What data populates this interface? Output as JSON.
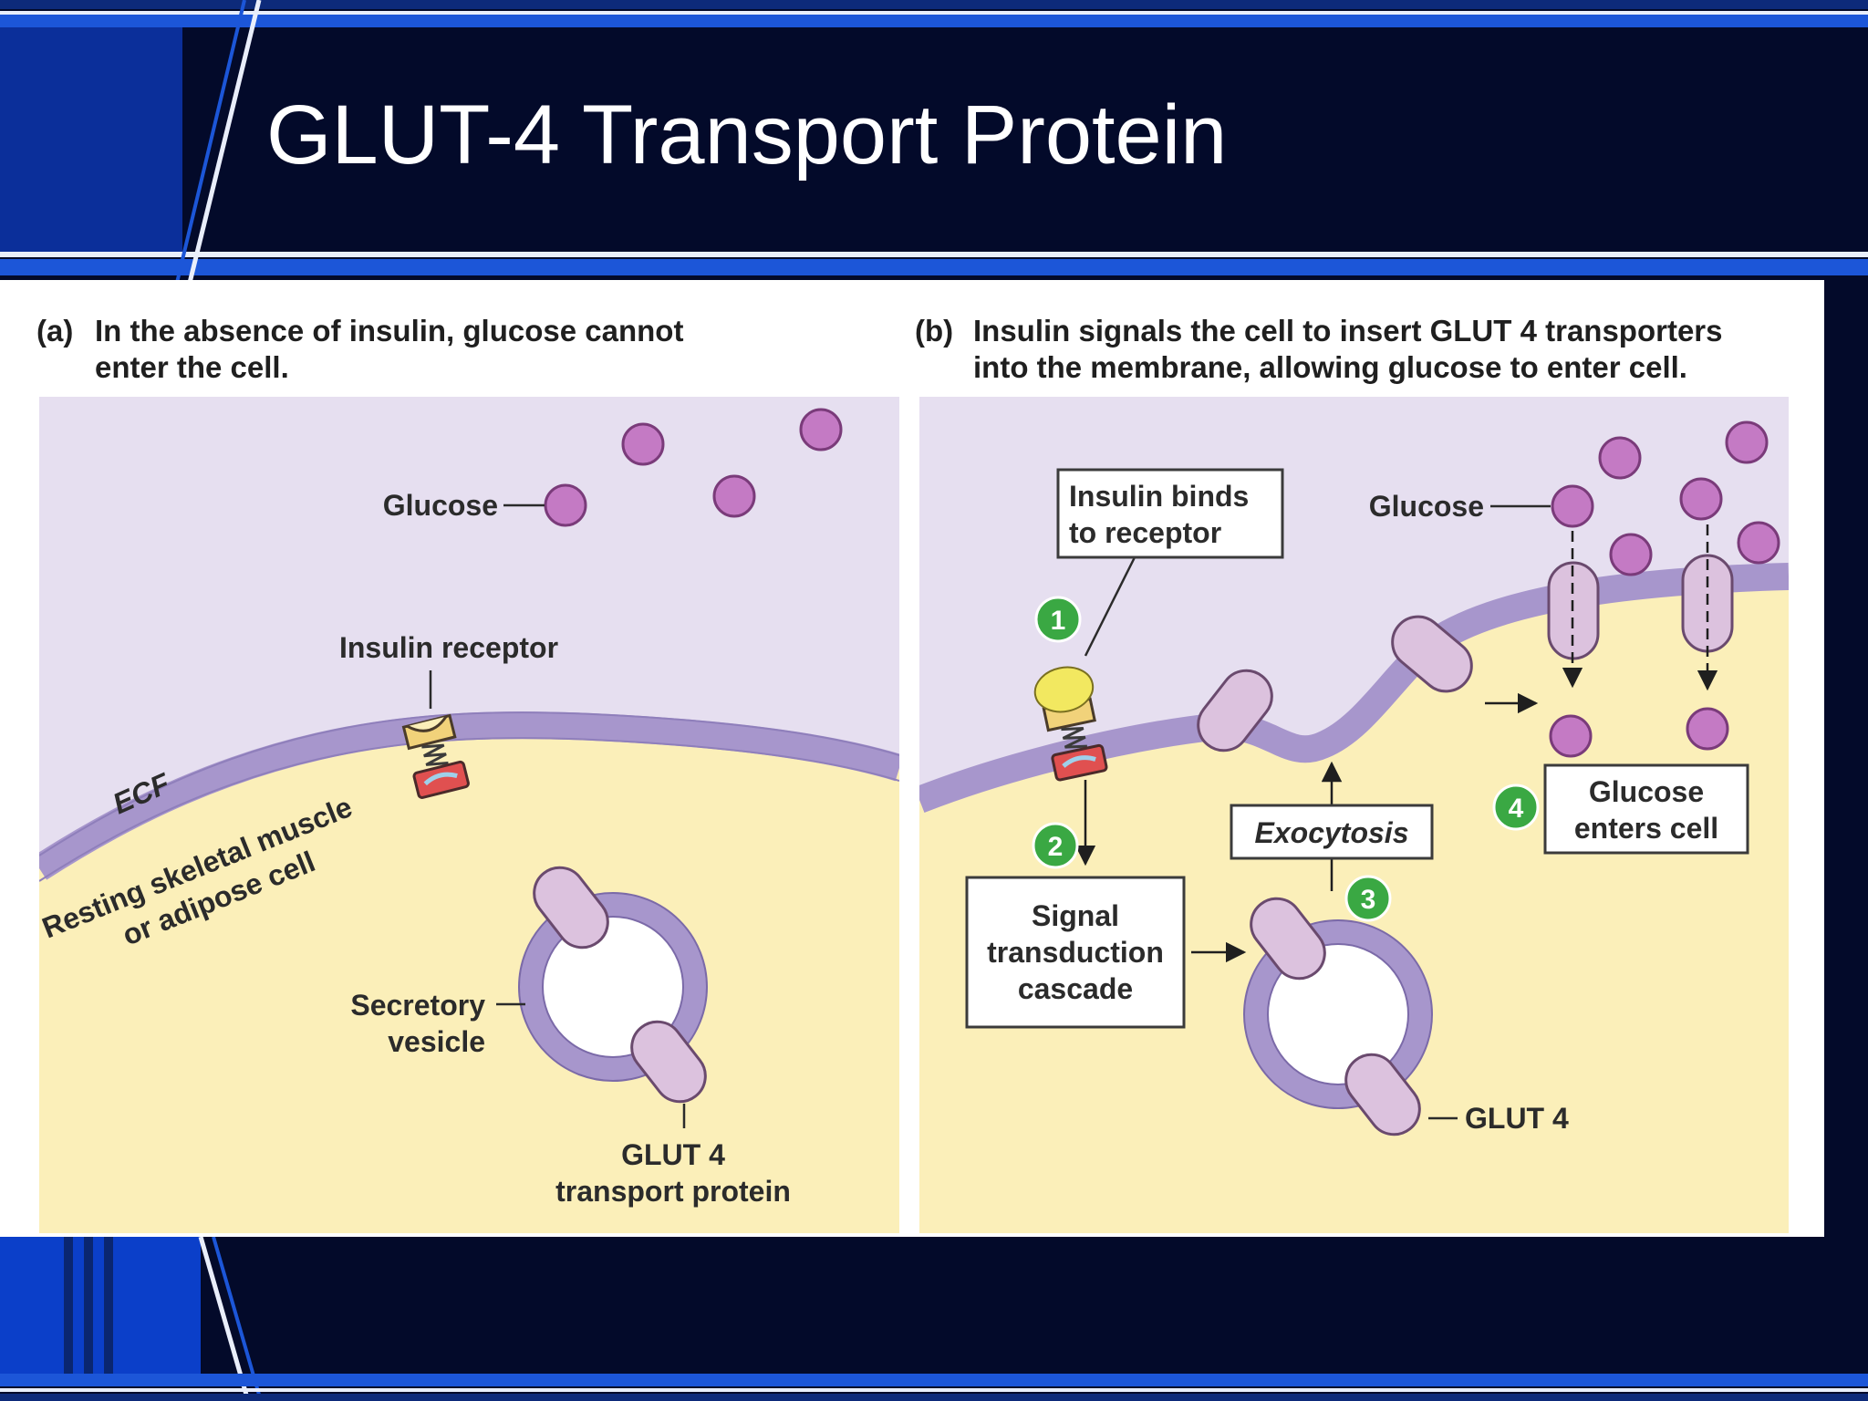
{
  "slide": {
    "title": "GLUT-4 Transport Protein"
  },
  "panel_a": {
    "caption_tag": "(a)",
    "caption_line1": "In the absence of insulin, glucose cannot",
    "caption_line2": "enter the cell.",
    "glucose_label": "Glucose",
    "insulin_receptor_label": "Insulin receptor",
    "ecf_label": "ECF",
    "cell_label_line1": "Resting skeletal muscle",
    "cell_label_line2": "or adipose cell",
    "vesicle_label_line1": "Secretory",
    "vesicle_label_line2": "vesicle",
    "glut_label_line1": "GLUT 4",
    "glut_label_line2": "transport protein"
  },
  "panel_b": {
    "caption_tag": "(b)",
    "caption_line1": "Insulin signals the cell to insert GLUT 4 transporters",
    "caption_line2": "into the membrane, allowing glucose to enter cell.",
    "step1_number": "1",
    "step1_line1": "Insulin binds",
    "step1_line2": "to receptor",
    "step2_number": "2",
    "step2_line1": "Signal",
    "step2_line2": "transduction",
    "step2_line3": "cascade",
    "step3_number": "3",
    "step3_label": "Exocytosis",
    "step4_number": "4",
    "step4_line1": "Glucose",
    "step4_line2": "enters cell",
    "glucose_label": "Glucose",
    "glut_label": "GLUT 4"
  },
  "colors": {
    "background": "#030a2a",
    "stripe": "#1c56d8",
    "extracellular": "#e6dff0",
    "cytoplasm": "#fbefb9",
    "membrane": "#a796cc",
    "glucose": "#c47ac4",
    "glut4": "#dcc2de",
    "step_badge": "#3aa843",
    "insulin": "#f2e860"
  }
}
